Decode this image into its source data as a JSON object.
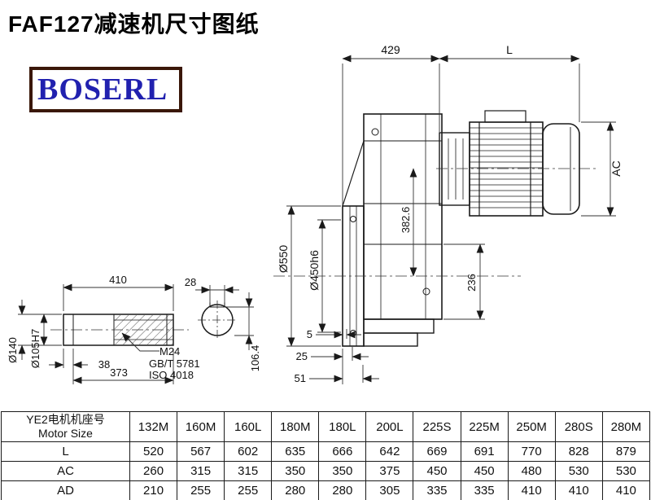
{
  "page": {
    "title": "FAF127减速机尺寸图纸"
  },
  "logo": {
    "text": "BOSERL"
  },
  "drawing": {
    "top_width": "429",
    "motor_length": "L",
    "motor_ac": "AC",
    "flange_od": "Ø550",
    "flange_spigot": "Ø450h6",
    "center_height": "382.6",
    "lower_height": "236",
    "offset_5": "5",
    "offset_25": "25",
    "offset_51": "51",
    "shaft_total": "410",
    "key_width": "28",
    "step_38": "38",
    "shaft_length": "373",
    "hub_dia": "Ø140",
    "shaft_dia": "Ø105H7",
    "key_height": "106.4",
    "thread": "M24",
    "standard_gb": "GB/T 5781",
    "standard_iso": "ISO 4018"
  },
  "table": {
    "header_cn": "YE2电机机座号",
    "header_en": "Motor Size",
    "columns": [
      "132M",
      "160M",
      "160L",
      "180M",
      "180L",
      "200L",
      "225S",
      "225M",
      "250M",
      "280S",
      "280M"
    ],
    "rows": [
      {
        "label": "L",
        "values": [
          "520",
          "567",
          "602",
          "635",
          "666",
          "642",
          "669",
          "691",
          "770",
          "828",
          "879"
        ]
      },
      {
        "label": "AC",
        "values": [
          "260",
          "315",
          "315",
          "350",
          "350",
          "375",
          "450",
          "450",
          "480",
          "530",
          "530"
        ]
      },
      {
        "label": "AD",
        "values": [
          "210",
          "255",
          "255",
          "280",
          "280",
          "305",
          "335",
          "335",
          "410",
          "410",
          "410"
        ]
      }
    ]
  }
}
